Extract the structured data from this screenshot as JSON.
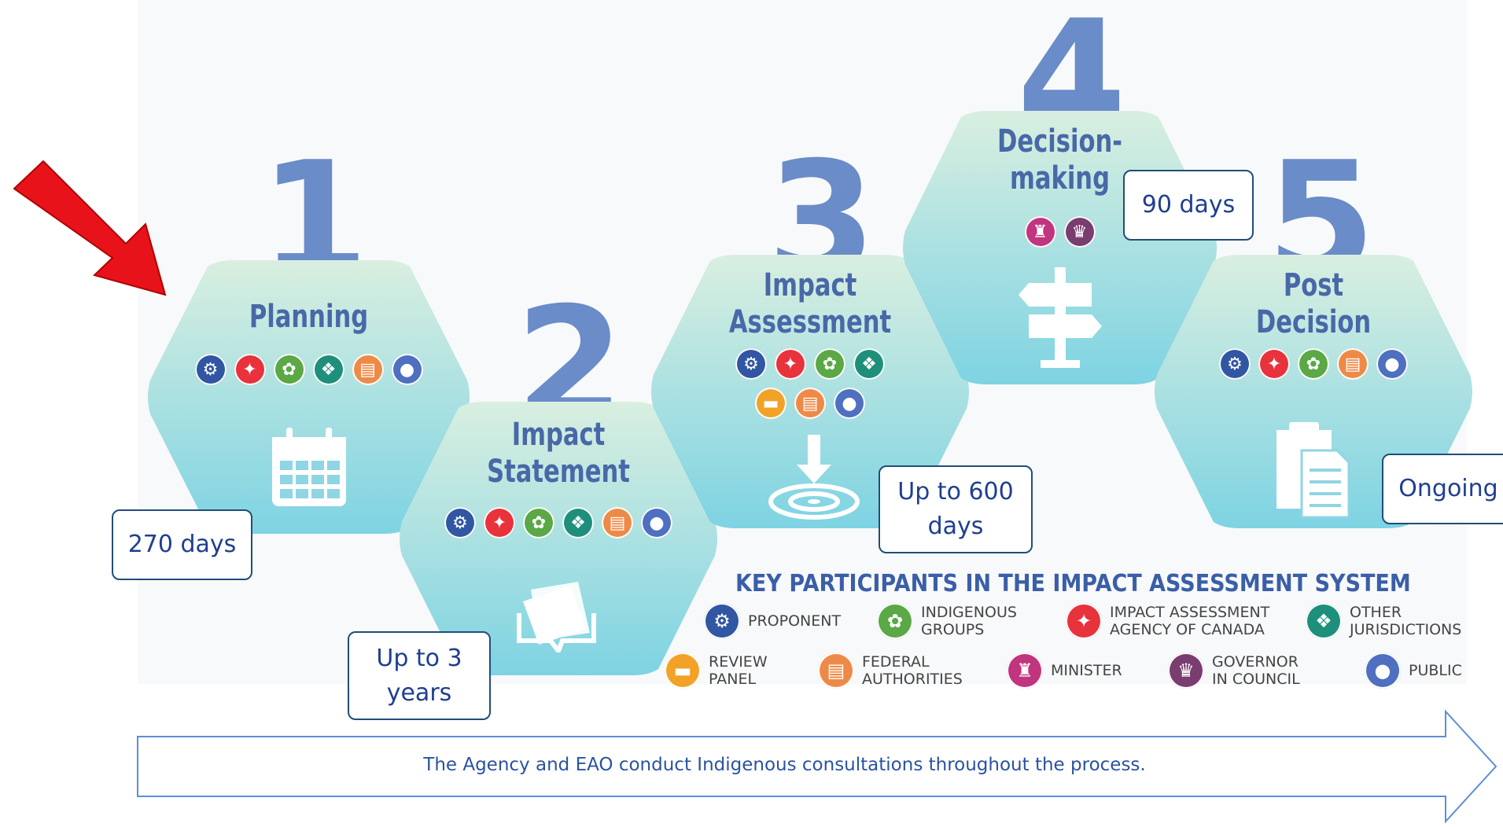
{
  "stages": [
    {
      "number": "1",
      "title_line1": "Planning",
      "title_line2": "",
      "duration_line1": "270 days",
      "duration_line2": "",
      "icons": [
        "proponent",
        "agency",
        "indigenous",
        "other",
        "federal",
        "public"
      ],
      "pictogram": "calendar-icon"
    },
    {
      "number": "2",
      "title_line1": "Impact",
      "title_line2": "Statement",
      "duration_line1": "Up to 3",
      "duration_line2": "years",
      "icons": [
        "proponent",
        "agency",
        "indigenous",
        "other",
        "federal",
        "public"
      ],
      "pictogram": "documents-icon"
    },
    {
      "number": "3",
      "title_line1": "Impact",
      "title_line2": "Assessment",
      "duration_line1": "Up to 600",
      "duration_line2": "days",
      "icons": [
        "proponent",
        "agency",
        "indigenous",
        "other",
        "review",
        "federal",
        "public"
      ],
      "pictogram": "target-icon"
    },
    {
      "number": "4",
      "title_line1": "Decision-",
      "title_line2": "making",
      "duration_line1": "90 days",
      "duration_line2": "",
      "icons": [
        "minister",
        "governor"
      ],
      "pictogram": "signpost-icon"
    },
    {
      "number": "5",
      "title_line1": "Post",
      "title_line2": "Decision",
      "duration_line1": "Ongoing",
      "duration_line2": "",
      "icons": [
        "proponent",
        "agency",
        "indigenous",
        "federal",
        "public"
      ],
      "pictogram": "clipboard-icon"
    }
  ],
  "legend": {
    "title": "KEY PARTICIPANTS IN THE IMPACT ASSESSMENT SYSTEM",
    "items": {
      "proponent": "PROPONENT",
      "indigenous": "INDIGENOUS\nGROUPS",
      "agency": "IMPACT ASSESSMENT\nAGENCY OF CANADA",
      "other": "OTHER\nJURISDICTIONS",
      "review": "REVIEW\nPANEL",
      "federal": "FEDERAL\nAUTHORITIES",
      "minister": "MINISTER",
      "governor": "GOVERNOR\nIN COUNCIL",
      "public": "PUBLIC"
    }
  },
  "banner": "The Agency and EAO conduct Indigenous consultations throughout the process.",
  "colors": {
    "hex_top": "#d9efe0",
    "hex_bottom": "#7ed3e3",
    "number": "#6a8cc8",
    "title": "#4868a8",
    "arrow_red": "#e8131a",
    "box_border": "#1f4e79",
    "banner_border": "#5b8fd6"
  }
}
